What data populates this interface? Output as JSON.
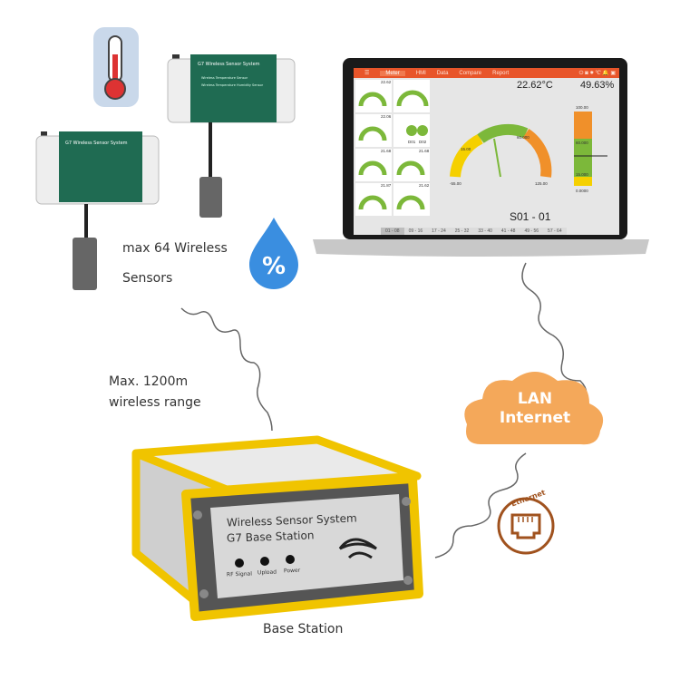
{
  "captions": {
    "sensors_line1": "max 64 Wireless",
    "sensors_line2": "Sensors",
    "range_line1": "Max. 1200m",
    "range_line2": "wireless range",
    "base_station": "Base Station",
    "cloud_line1": "LAN",
    "cloud_line2": "Internet",
    "ethernet": "Ethernet"
  },
  "sensor_device": {
    "title": "G7 Wireless Sensor System",
    "line1": "Wireless Temperature Sensor",
    "line2": "Wireless Temperature Humidity Sensor"
  },
  "base_station_face": {
    "line1": "Wireless  Sensor System",
    "line2": "G7 Base Station",
    "leds": [
      "RF Signal",
      "Upload",
      "Power"
    ]
  },
  "laptop_app": {
    "tabs": [
      "Meter",
      "HMI",
      "Data",
      "Compare",
      "Report"
    ],
    "active_tab": "Meter",
    "temperature": "22.62°C",
    "humidity": "49.63%",
    "sensor_id": "S01 - 01",
    "gauge": {
      "min": "-55.00",
      "max": "125.00",
      "low": "15.00",
      "high": "60.000"
    },
    "bar": {
      "top": "100.00",
      "high": "60.000",
      "low": "15.000",
      "bottom": "0.0000"
    },
    "tiles": [
      "22.62",
      "22.06",
      "21.68",
      "21.68",
      "21.87",
      "21.62"
    ],
    "digital_inputs": [
      "D01",
      "D02"
    ],
    "pages": [
      "01 - 08",
      "09 - 16",
      "17 - 24",
      "25 - 32",
      "33 - 40",
      "41 - 48",
      "49 - 56",
      "57 - 64"
    ],
    "active_page": "01 - 08"
  },
  "colors": {
    "accent": "#e8552a",
    "yellow": "#f5c400",
    "cloud": "#f4a85a",
    "ethernet": "#a0521e",
    "gauge_green": "#7cb83a",
    "gauge_orange": "#f0902a"
  }
}
